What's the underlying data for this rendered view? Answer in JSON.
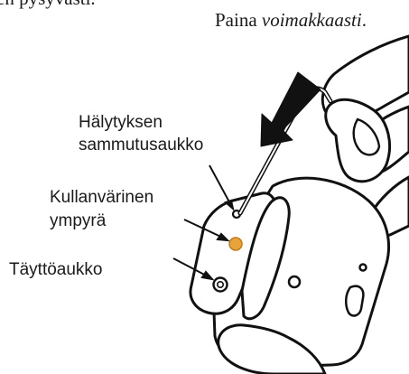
{
  "cropped_text": "en pysyvästi.",
  "instruction": {
    "prefix": "Paina ",
    "emphasis": "voimakkaasti",
    "suffix": "."
  },
  "labels": {
    "alarm_hole_line1": "Hälytyksen",
    "alarm_hole_line2": "sammutusaukko",
    "gold_circle_line1": "Kullanvärinen",
    "gold_circle_line2": "ympyrä",
    "fill_port": "Täyttöaukko"
  },
  "colors": {
    "gold_circle": "#e8a33a",
    "outline": "#111111",
    "arrow": "#111111"
  },
  "icons": {
    "press_direction": "down-left-arrow-icon"
  }
}
